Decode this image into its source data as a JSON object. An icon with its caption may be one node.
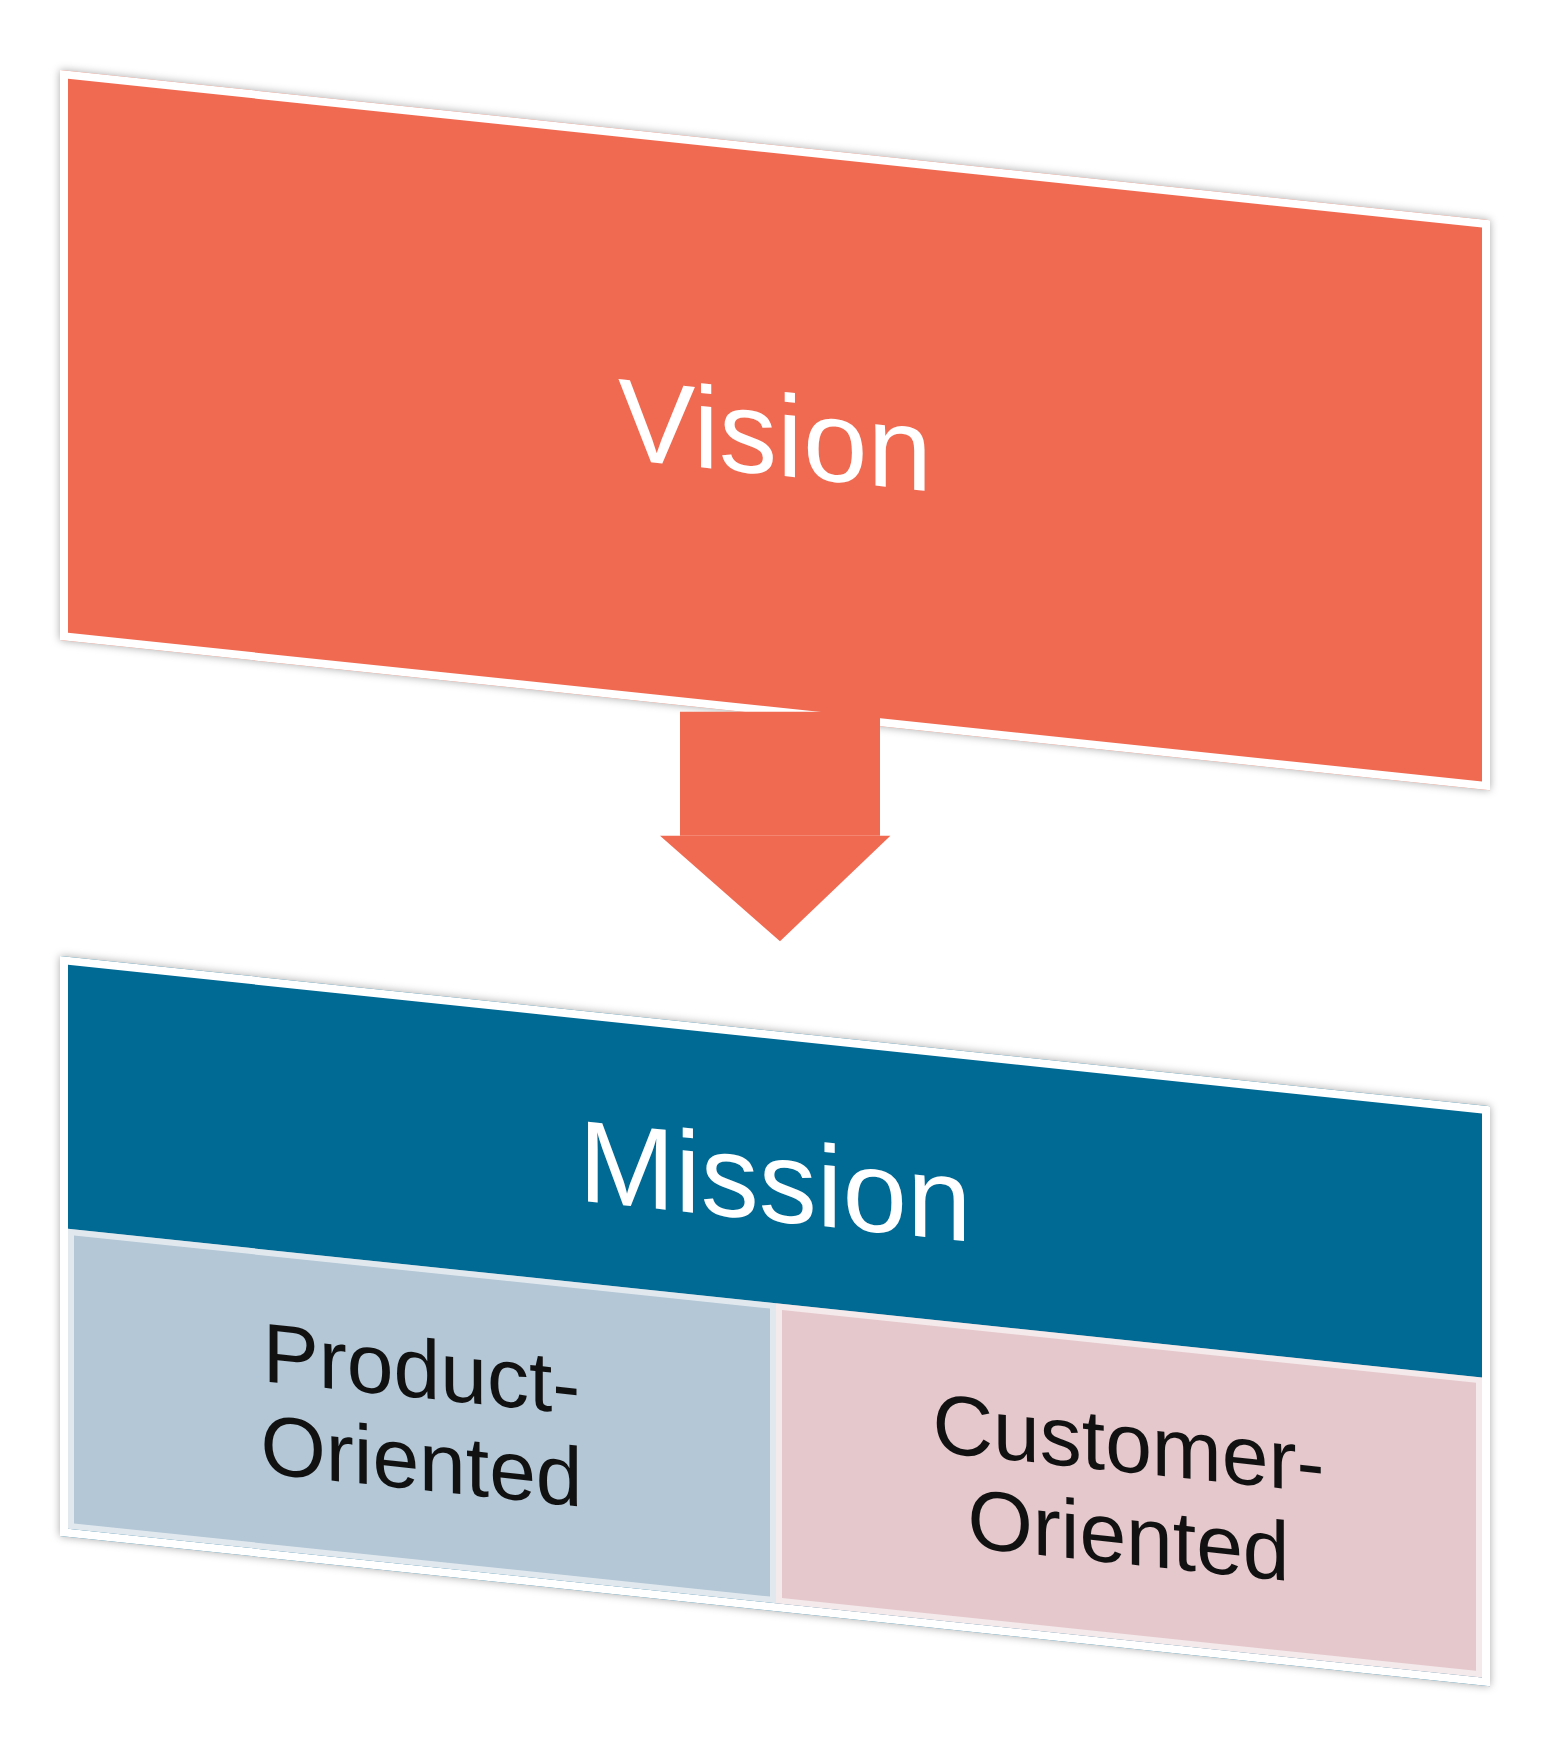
{
  "diagram": {
    "nodes": [
      {
        "text": [
          "Vision"
        ]
      },
      {
        "text": [
          "Mission"
        ]
      },
      {
        "text": [
          "Product-Oriented"
        ],
        "in": 1
      },
      {
        "text": [
          "Customer-Oriented"
        ],
        "in": 1
      }
    ],
    "edges": [
      {
        "from": 0,
        "to": 1,
        "arrow": "to"
      }
    ]
  }
}
